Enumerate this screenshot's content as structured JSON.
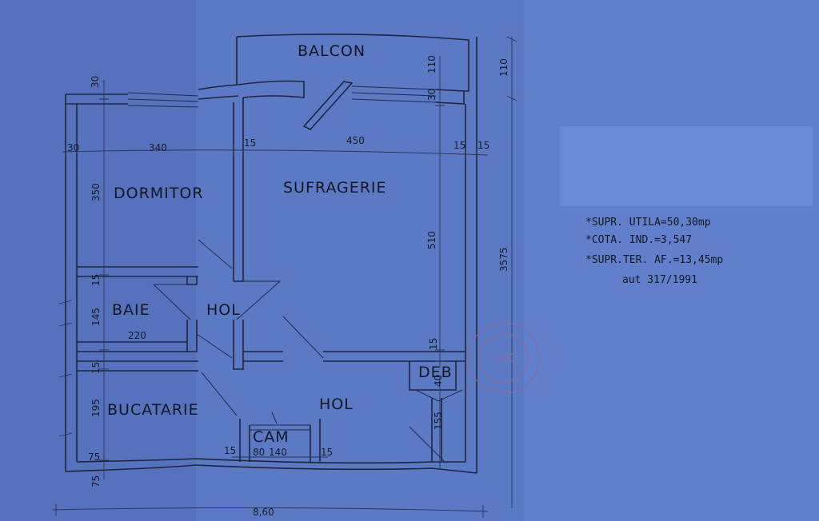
{
  "rooms": {
    "balcon": "BALCON",
    "dormitor": "DORMITOR",
    "sufragerie": "SUFRAGERIE",
    "baie": "BAIE",
    "hol_small": "HOL",
    "bucatarie": "BUCATARIE",
    "hol_main": "HOL",
    "deb": "DEB",
    "cam": "CAM"
  },
  "dimensions": {
    "d30_top": "30",
    "d30_left": "30",
    "d340": "340",
    "d15_a": "15",
    "d450": "450",
    "d15_b": "15",
    "d15_c": "15",
    "d110_a": "110",
    "d110_b": "110",
    "d30_balcon": "30",
    "d350": "350",
    "d510": "510",
    "d3575": "3575",
    "d15_baie": "15",
    "d145": "145",
    "d220": "220",
    "d15_buc": "15",
    "d195": "195",
    "d15_deb": "15",
    "d40": "40",
    "d155": "155",
    "d75_a": "75",
    "d75_b": "75",
    "d15_cam_l": "15",
    "d80": "80",
    "d140": "140",
    "d15_cam_r": "15",
    "d860": "8,60"
  },
  "notes": {
    "supr_utila": "*SUPR. UTILA=50,30mp",
    "cota_ind": "*COTA. IND.=3,547",
    "supr_ter": "*SUPR.TER. AF.=13,45mp",
    "aut": "aut 317/1991"
  }
}
